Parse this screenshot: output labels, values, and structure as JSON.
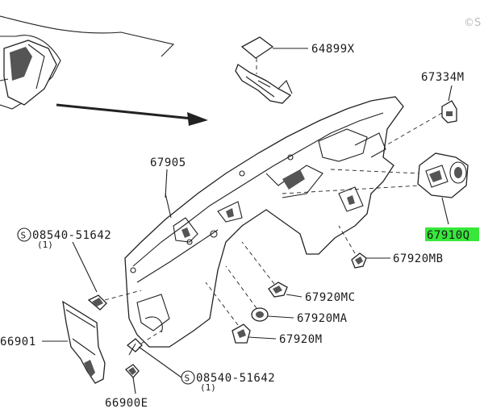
{
  "watermark": "©S",
  "labels": {
    "p64899x": "64899X",
    "p67334m": "67334M",
    "p67905": "67905",
    "p67910q": "67910Q",
    "p67920mb": "67920MB",
    "p67920mc": "67920MC",
    "p67920ma": "67920MA",
    "p67920m": "67920M",
    "p66901": "66901",
    "p66900e": "66900E",
    "bolt_top": "08540-51642",
    "bolt_top_qty": "(1)",
    "bolt_bottom": "08540-51642",
    "bolt_bottom_qty": "(1)",
    "s_mark": "S"
  },
  "colors": {
    "highlight": "#37e83a",
    "ink": "#222222"
  }
}
